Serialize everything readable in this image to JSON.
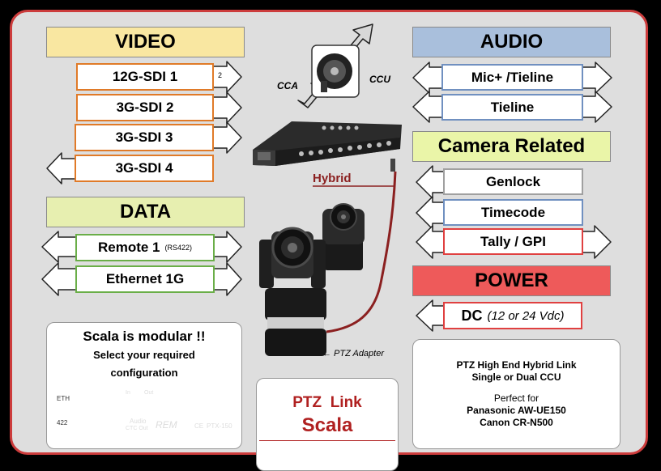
{
  "video": {
    "title": "VIDEO",
    "signals": [
      "12G-SDI 1",
      "3G-SDI 2",
      "3G-SDI 3",
      "3G-SDI 4"
    ],
    "marker": "2"
  },
  "data": {
    "title": "DATA",
    "remote_label": "Remote 1",
    "remote_note": "(RS422)",
    "ethernet_label": "Ethernet 1G"
  },
  "audio": {
    "title": "AUDIO",
    "signals": [
      "Mic+ /Tieline",
      "Tieline"
    ]
  },
  "camera_related": {
    "title": "Camera Related",
    "signals": [
      "Genlock",
      "Timecode",
      "Tally / GPI"
    ]
  },
  "power": {
    "title": "POWER",
    "dc_label": "DC",
    "dc_note": "(12 or 24 Vdc)"
  },
  "labels": {
    "cca": "CCA",
    "ccu": "CCU",
    "hybrid": "Hybrid",
    "ptz_adapter": "← PTZ Adapter"
  },
  "modular": {
    "title": "Scala is modular !!",
    "subtitle_line1": "Select your required",
    "subtitle_line2": "configuration",
    "panel_brand": "REM",
    "panel_model": "PTX-150",
    "panel_ce": "CE",
    "panel_audio": "Audio",
    "panel_audio_sub": "CTC Out",
    "panel_in": "In",
    "panel_out": "Out",
    "panel_eth": "ETH",
    "panel_422": "422"
  },
  "product": {
    "line1": "PTZ  Link",
    "line2": "Scala"
  },
  "info": {
    "line1": "PTZ High End Hybrid Link",
    "line2": "Single or Dual CCU",
    "line3": "Perfect for",
    "line4": "Panasonic AW-UE150",
    "line5": "Canon CR-N500"
  },
  "colors": {
    "border_red": "#cc3c3c",
    "video_header": "#f9e7a1",
    "data_header": "#e7efb0",
    "audio_header": "#a9bfdc",
    "camera_header": "#eaf5a8",
    "power_header": "#ee5a5a",
    "orange": "#e07a28",
    "green": "#6aae48",
    "blue": "#7090c0",
    "grey": "#a0a0a0",
    "red": "#e04040",
    "cable": "#8b2020"
  }
}
